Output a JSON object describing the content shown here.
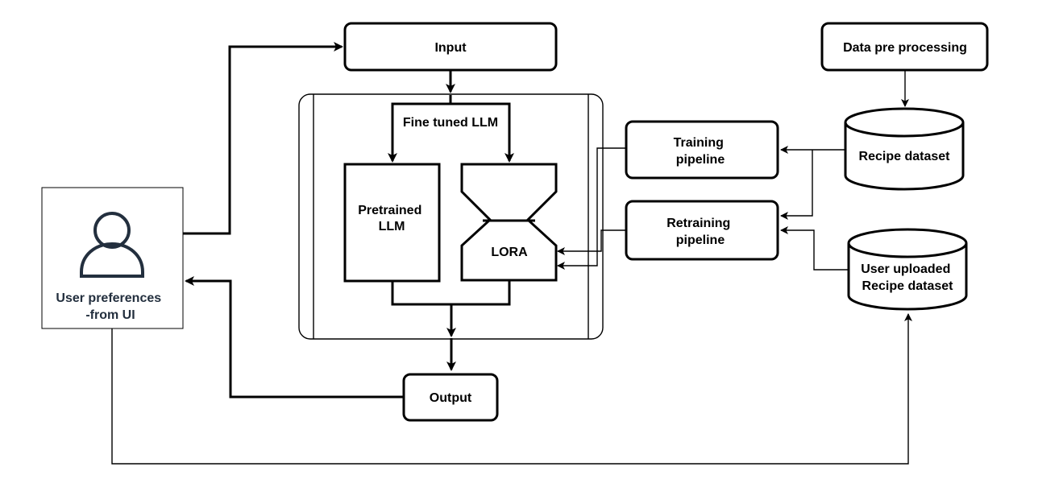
{
  "nodes": {
    "input": "Input",
    "data_preprocessing": "Data pre processing",
    "fine_tuned_llm": "Fine tuned LLM",
    "pretrained_llm": [
      "Pretrained",
      "LLM"
    ],
    "lora": "LORA",
    "training_pipeline": [
      "Training",
      "pipeline"
    ],
    "retraining_pipeline": [
      "Retraining",
      "pipeline"
    ],
    "recipe_dataset": "Recipe dataset",
    "user_uploaded_dataset": [
      "User uploaded",
      "Recipe dataset"
    ],
    "user_preferences": [
      "User preferences",
      "-from UI"
    ],
    "output": "Output"
  },
  "icons": {
    "user": "user-icon"
  },
  "colors": {
    "user_icon": "#232f3e",
    "stroke": "#000000",
    "background": "#ffffff"
  }
}
